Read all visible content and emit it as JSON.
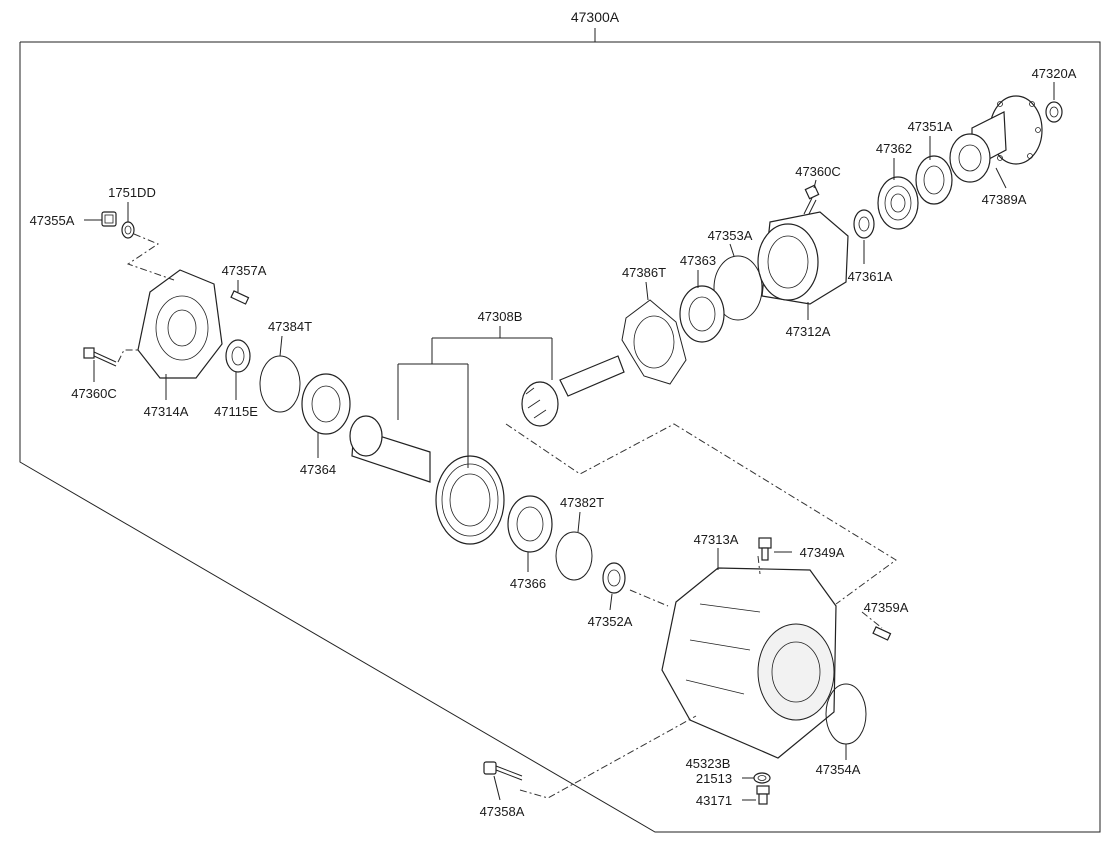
{
  "diagram": {
    "assembly_number": "47300A",
    "parts": [
      {
        "key": "p47320A",
        "label": "47320A"
      },
      {
        "key": "p47351A",
        "label": "47351A"
      },
      {
        "key": "p47362",
        "label": "47362"
      },
      {
        "key": "p47360C_top",
        "label": "47360C"
      },
      {
        "key": "p47389A",
        "label": "47389A"
      },
      {
        "key": "p47353A",
        "label": "47353A"
      },
      {
        "key": "p47361A",
        "label": "47361A"
      },
      {
        "key": "p47386T",
        "label": "47386T"
      },
      {
        "key": "p47363",
        "label": "47363"
      },
      {
        "key": "p47312A",
        "label": "47312A"
      },
      {
        "key": "p1751DD",
        "label": "1751DD"
      },
      {
        "key": "p47355A",
        "label": "47355A"
      },
      {
        "key": "p47357A",
        "label": "47357A"
      },
      {
        "key": "p47384T",
        "label": "47384T"
      },
      {
        "key": "p47308B",
        "label": "47308B"
      },
      {
        "key": "p47360C_left",
        "label": "47360C"
      },
      {
        "key": "p47314A",
        "label": "47314A"
      },
      {
        "key": "p47115E",
        "label": "47115E"
      },
      {
        "key": "p47364",
        "label": "47364"
      },
      {
        "key": "p47382T",
        "label": "47382T"
      },
      {
        "key": "p47313A",
        "label": "47313A"
      },
      {
        "key": "p47349A",
        "label": "47349A"
      },
      {
        "key": "p47366",
        "label": "47366"
      },
      {
        "key": "p47352A",
        "label": "47352A"
      },
      {
        "key": "p47359A",
        "label": "47359A"
      },
      {
        "key": "p45323B",
        "label": "45323B"
      },
      {
        "key": "p21513",
        "label": "21513"
      },
      {
        "key": "p47354A",
        "label": "47354A"
      },
      {
        "key": "p43171",
        "label": "43171"
      },
      {
        "key": "p47358A",
        "label": "47358A"
      }
    ]
  }
}
